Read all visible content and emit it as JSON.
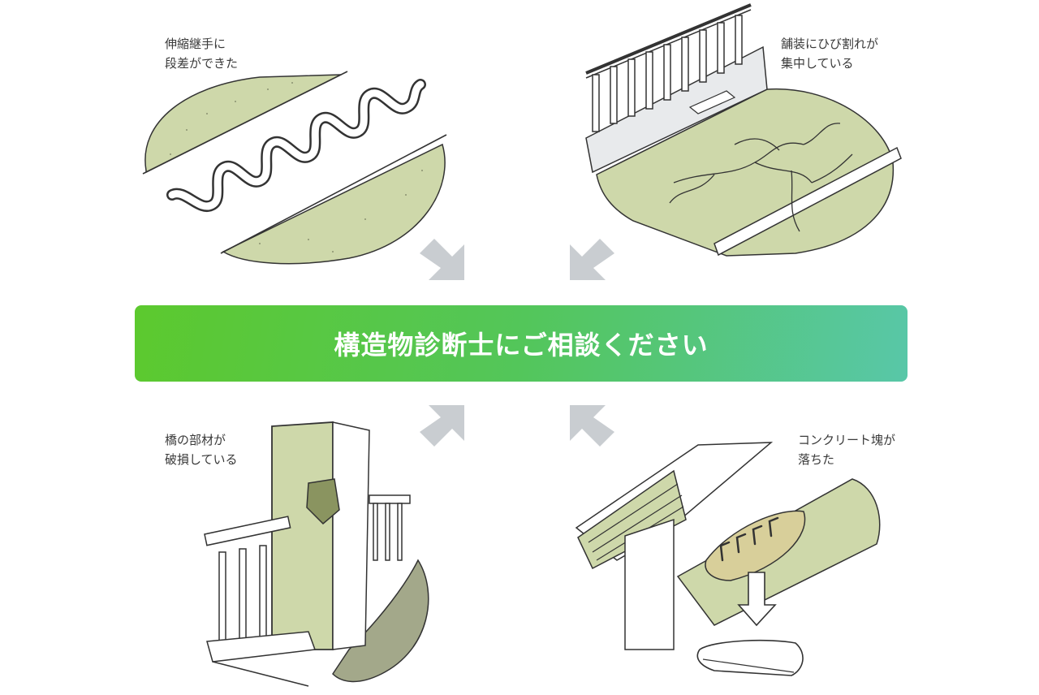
{
  "captions": {
    "top_left": [
      "伸縮継手に",
      "段差ができた"
    ],
    "top_right": [
      "舗装にひび割れが",
      "集中している"
    ],
    "bottom_left": [
      "橋の部材が",
      "破損している"
    ],
    "bottom_right": [
      "コンクリート塊が",
      "落ちた"
    ]
  },
  "banner": {
    "text": "構造物診断士にご相談ください"
  },
  "colors": {
    "surface": "#ced8aa",
    "arrow": "#c9cdd1",
    "banner_start": "#5cc92e",
    "banner_end": "#58c7a8"
  },
  "icons": [
    "expansion-joint-illustration",
    "cracked-pavement-illustration",
    "damaged-bridge-member-illustration",
    "falling-concrete-illustration"
  ]
}
